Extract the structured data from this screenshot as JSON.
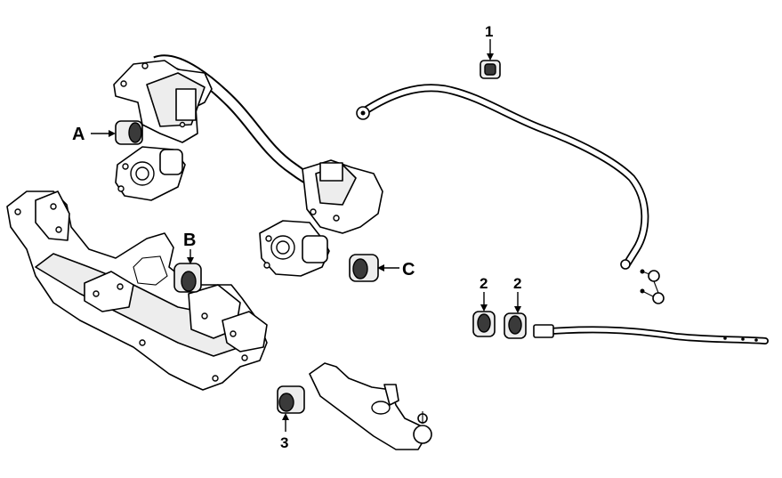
{
  "callouts": {
    "A": "A",
    "B": "B",
    "C": "C",
    "n1": "1",
    "n2a": "2",
    "n2b": "2",
    "n3": "3"
  },
  "colors": {
    "line": "#000000",
    "background": "#ffffff",
    "bushing_fill": "#3a3a3a"
  }
}
